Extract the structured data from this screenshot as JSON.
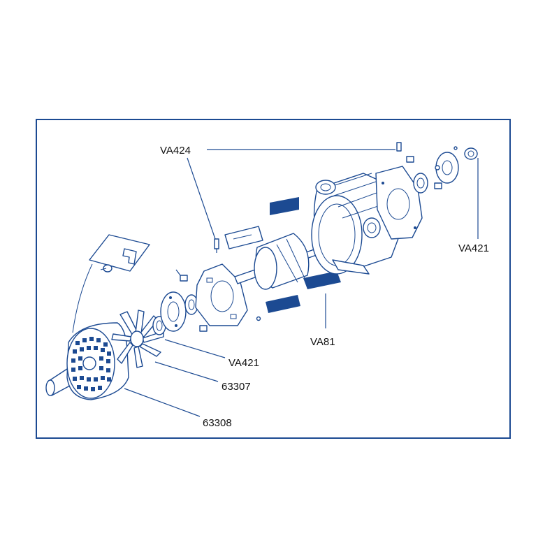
{
  "frame": {
    "border_color": "#1c4a92"
  },
  "labels": {
    "va424": "VA424",
    "va421_right": "VA421",
    "va81": "VA81",
    "va421_left": "VA421",
    "p63307": "63307",
    "p63308": "63308"
  },
  "colors": {
    "line": "#1c4a92",
    "text": "#111111",
    "background": "#ffffff"
  }
}
